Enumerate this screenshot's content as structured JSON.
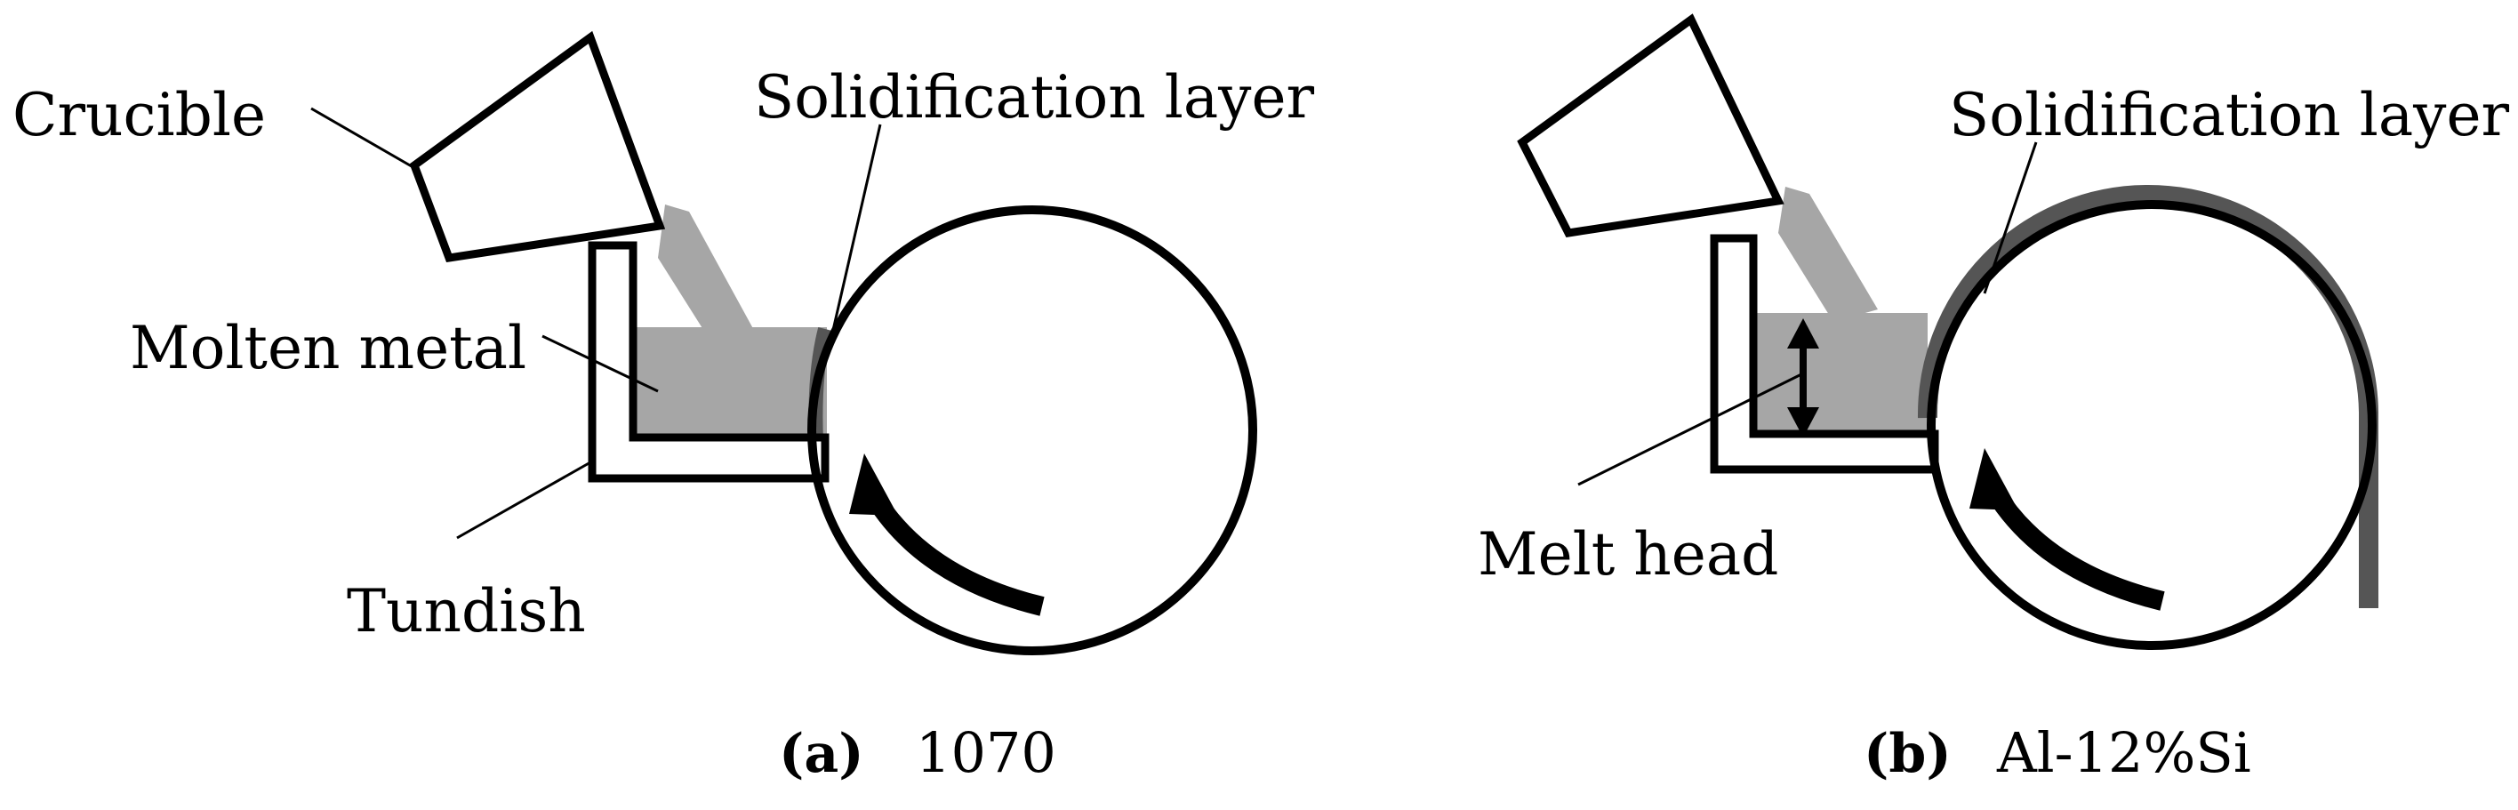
{
  "colors": {
    "outline": "#000000",
    "melt": "#a6a6a6",
    "solid_layer": "#555555",
    "background": "#ffffff"
  },
  "panel_a": {
    "labels": {
      "crucible": "Crucible",
      "solidification_layer": "Solidification layer",
      "molten_metal": "Molten metal",
      "tundish": "Tundish"
    },
    "caption": {
      "tag": "(a)",
      "material": "1070"
    }
  },
  "panel_b": {
    "labels": {
      "solidification_layer": "Solidification layer",
      "melt_head": "Melt head"
    },
    "caption": {
      "tag": "(b)",
      "material": "Al-12%Si"
    }
  },
  "icons": [
    "rotation-arrow-icon",
    "double-arrow-icon"
  ]
}
